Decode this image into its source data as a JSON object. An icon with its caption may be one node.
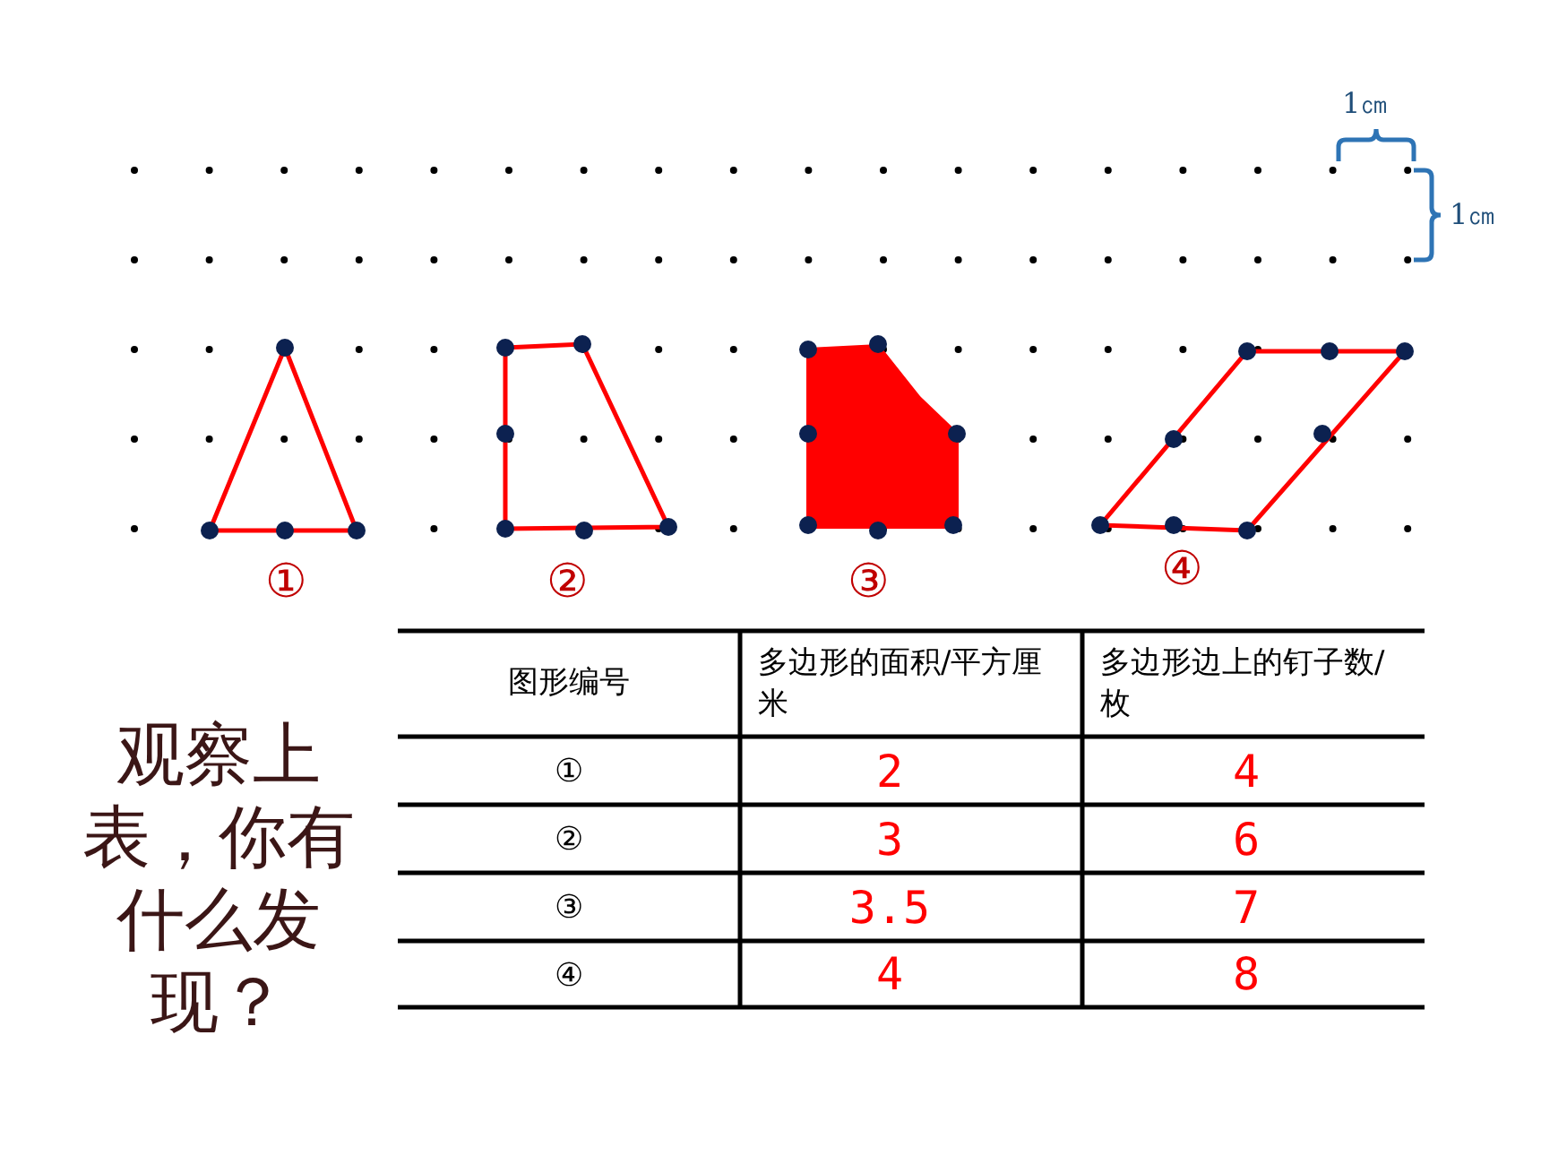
{
  "diagram": {
    "nodes": [
      {
        "text": [],
        "shape": "triangle",
        "beside": [
          "①"
        ]
      },
      {
        "text": [],
        "shape": "trapezoid",
        "beside": [
          "②"
        ]
      },
      {
        "text": [],
        "shape": "polygon",
        "beside": [
          "③"
        ]
      },
      {
        "text": [],
        "shape": "parallelogram",
        "beside": [
          "④"
        ]
      }
    ],
    "labels": [
      "1㎝",
      "1㎝",
      "图形编号",
      "多边形的面积/平方厘米",
      "多边形边上的钉子数/枚",
      "①",
      "2",
      "4",
      "②",
      "3",
      "6",
      "③",
      "3.5",
      "7",
      "④",
      "4",
      "8",
      "观察上表，你有什么发现？"
    ]
  }
}
